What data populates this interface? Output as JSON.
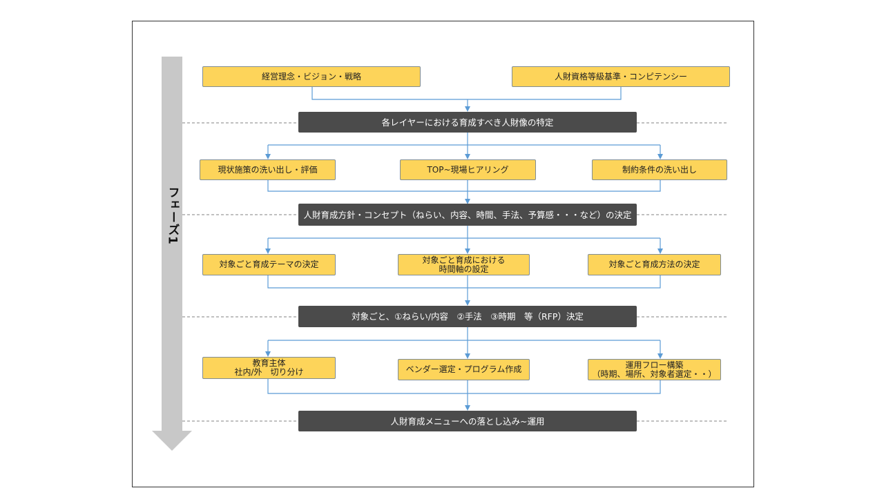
{
  "phase": {
    "label": "フェーズ1"
  },
  "inputs": [
    {
      "label": "経営理念・ビジョン・戦略"
    },
    {
      "label": "人財資格等級基準・コンピテンシー"
    }
  ],
  "stages": [
    {
      "label": "各レイヤーにおける育成すべき人財像の特定"
    },
    {
      "label": "人財育成方針・コンセプト（ねらい、内容、時間、手法、予算感・・・など）の決定"
    },
    {
      "label": "対象ごと、①ねらい/内容　②手法　③時期　等（RFP）決定"
    },
    {
      "label": "人財育成メニューへの落とし込み~運用"
    }
  ],
  "steps": {
    "row1": [
      {
        "label": "現状施策の洗い出し・評価"
      },
      {
        "label": "TOP~現場ヒアリング"
      },
      {
        "label": "制約条件の洗い出し"
      }
    ],
    "row2": [
      {
        "label": "対象ごと育成テーマの決定"
      },
      {
        "label": "対象ごと育成における\n時間軸の設定"
      },
      {
        "label": "対象ごと育成方法の決定"
      }
    ],
    "row3": [
      {
        "label": "教育主体\n社内/外　切り分け"
      },
      {
        "label": "ベンダー選定・プログラム作成"
      },
      {
        "label": "運用フロー構築\n（時期、場所、対象者選定・・）"
      }
    ]
  },
  "colors": {
    "step_fill": "#fdd45a",
    "step_border": "#7f8c96",
    "stage_fill": "#4b4b4b",
    "connector": "#5b9bd5",
    "phase_arrow": "#c8c8c8",
    "divider": "#808080"
  }
}
